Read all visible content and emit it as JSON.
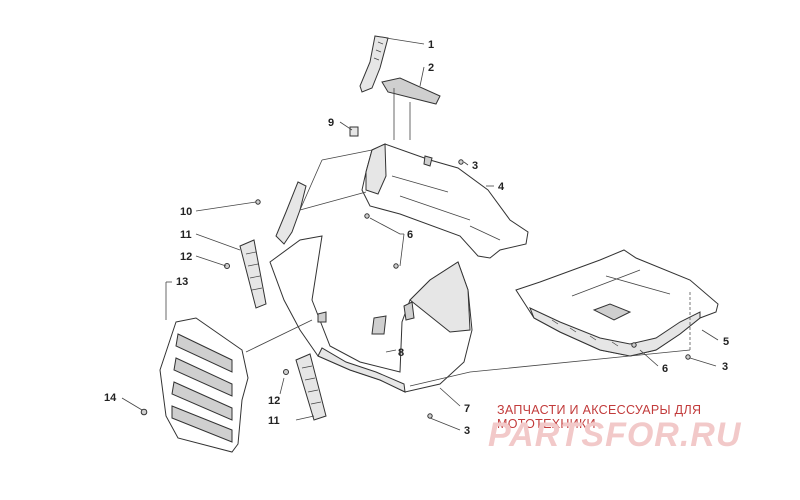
{
  "callouts": [
    {
      "label": "1"
    },
    {
      "label": "2"
    },
    {
      "label": "3"
    },
    {
      "label": "4"
    },
    {
      "label": "9"
    },
    {
      "label": "10"
    },
    {
      "label": "6"
    },
    {
      "label": "11"
    },
    {
      "label": "12"
    },
    {
      "label": "13"
    },
    {
      "label": "5"
    },
    {
      "label": "3"
    },
    {
      "label": "6"
    },
    {
      "label": "8"
    },
    {
      "label": "14"
    },
    {
      "label": "12"
    },
    {
      "label": "11"
    },
    {
      "label": "7"
    },
    {
      "label": "3"
    }
  ],
  "watermark": {
    "tagline": "ЗАПЧАСТИ И АКСЕССУАРЫ ДЛЯ МОТОТЕХНИКИ",
    "brand": "PARTSFOR.RU"
  }
}
